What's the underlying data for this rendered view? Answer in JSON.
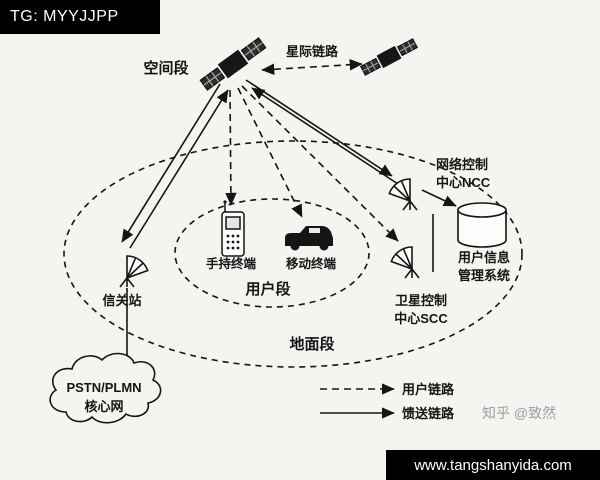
{
  "banners": {
    "top_left": "TG: MYYJJPP",
    "bottom_right": "www.tangshanyida.com"
  },
  "watermark": "知乎 @致然",
  "diagram": {
    "segments": {
      "space": "空间段",
      "user": "用户段",
      "ground": "地面段"
    },
    "links": {
      "intersatellite": "星际链路",
      "legend_user": "用户链路",
      "legend_feeder": "馈送链路"
    },
    "nodes": {
      "gateway": "信关站",
      "handheld_terminal": "手持终端",
      "mobile_terminal": "移动终端",
      "ncc": [
        "网络控制",
        "中心NCC"
      ],
      "uims": [
        "用户信息",
        "管理系统"
      ],
      "scc": [
        "卫星控制",
        "中心SCC"
      ],
      "core_network": [
        "PSTN/PLMN",
        "核心网"
      ]
    }
  },
  "colors": {
    "background": "#f4f4f1",
    "ink": "#151515",
    "banner_bg": "#000000",
    "banner_text": "#ffffff",
    "watermark_text": "#9aa0a3"
  }
}
